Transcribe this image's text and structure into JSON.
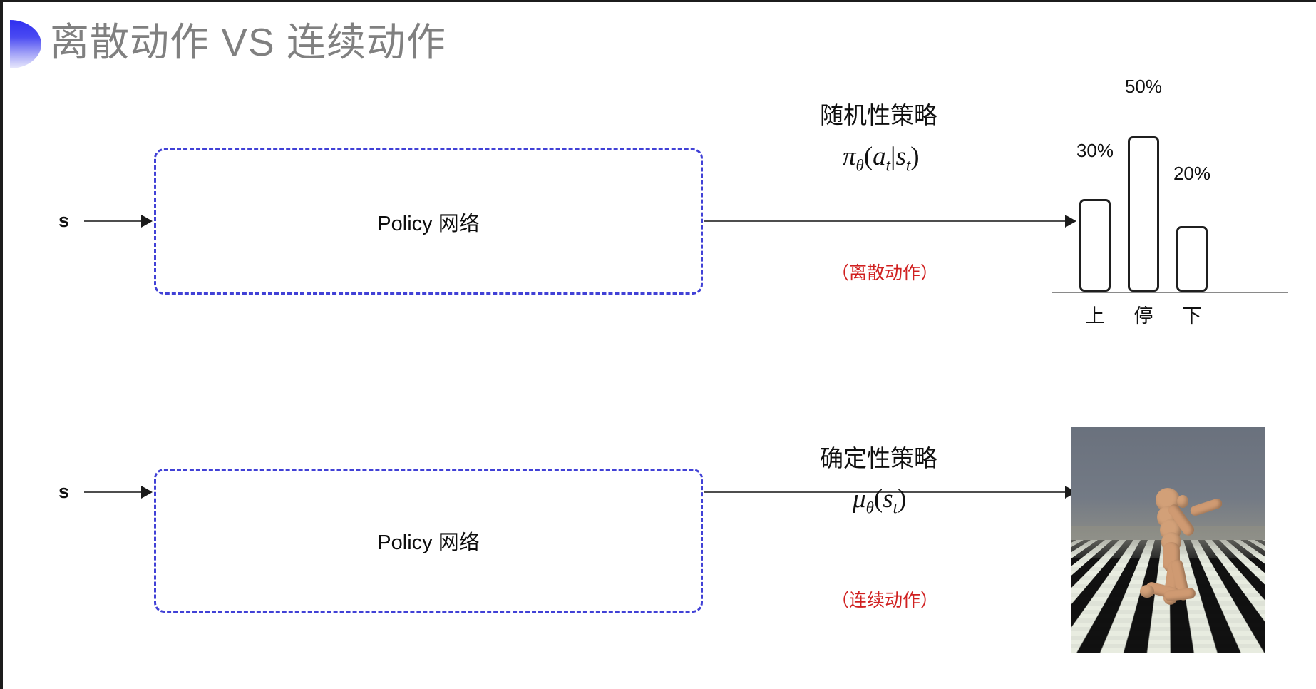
{
  "slide": {
    "title": "离散动作 VS 连续动作",
    "background_color": "#ffffff",
    "title_color": "#808080",
    "accent_color": "#2f2ff0"
  },
  "rows": [
    {
      "id": "discrete",
      "input_label": "s",
      "box_label": "Policy 网络",
      "policy_title": "随机性策略",
      "formula_main": "π",
      "formula_sub": "θ",
      "formula_args_open": "(",
      "formula_a": "a",
      "formula_a_sub": "t",
      "formula_bar": "|",
      "formula_s": "s",
      "formula_s_sub": "t",
      "formula_args_close": ")",
      "note": "（离散动作）",
      "note_color": "#d02020"
    },
    {
      "id": "continuous",
      "input_label": "s",
      "box_label": "Policy 网络",
      "policy_title": "确定性策略",
      "formula_main": "μ",
      "formula_sub": "θ",
      "formula_args_open": "(",
      "formula_s": "s",
      "formula_s_sub": "t",
      "formula_args_close": ")",
      "note": "（连续动作）",
      "note_color": "#d02020"
    }
  ],
  "chart_data": {
    "type": "bar",
    "title": "",
    "xlabel": "",
    "ylabel": "",
    "categories": [
      "上",
      "停",
      "下"
    ],
    "values": [
      30,
      50,
      20
    ],
    "value_labels": [
      "30%",
      "50%",
      "20%"
    ],
    "ylim": [
      0,
      60
    ],
    "grid": false,
    "legend": "none",
    "bar_fill": "#ffffff",
    "bar_stroke": "#1f1f1f",
    "axis_color": "#8a8a8a"
  },
  "simulation": {
    "name": "humanoid-mujoco-sim",
    "sky_color": "#6f7682",
    "floor_colors": [
      "#111111",
      "#e8ece0"
    ],
    "body_color": "#cf9a72"
  }
}
